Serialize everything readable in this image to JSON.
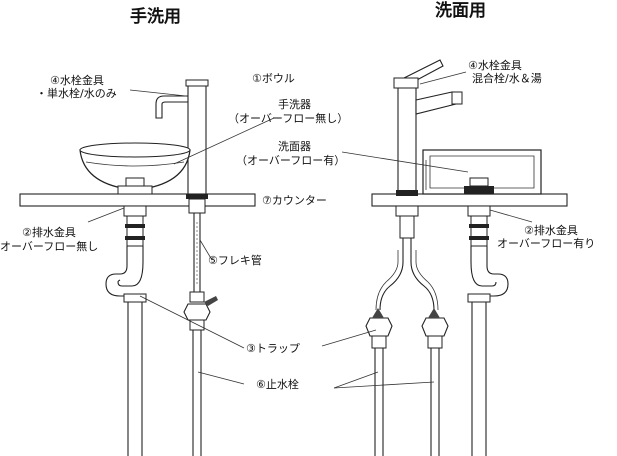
{
  "titles": {
    "left": "手洗用",
    "right": "洗面用"
  },
  "labels": {
    "bowl": "①ボウル",
    "faucet_left_1": "④水栓金具",
    "faucet_left_2": "・単水栓/水のみ",
    "faucet_right_1": "④水栓金具",
    "faucet_right_2": "混合栓/水＆湯",
    "handwash_1": "手洗器",
    "handwash_2": "（オーバーフロー無し）",
    "washbasin_1": "洗面器",
    "washbasin_2": "（オーバーフロー有）",
    "counter": "⑦カウンター",
    "drain_left_1": "②排水金具",
    "drain_left_2": "オーバーフロー無し",
    "drain_right_1": "②排水金具",
    "drain_right_2": "オーバーフロー有り",
    "flex": "⑤フレキ管",
    "trap": "③トラップ",
    "stop": "⑥止水栓"
  }
}
